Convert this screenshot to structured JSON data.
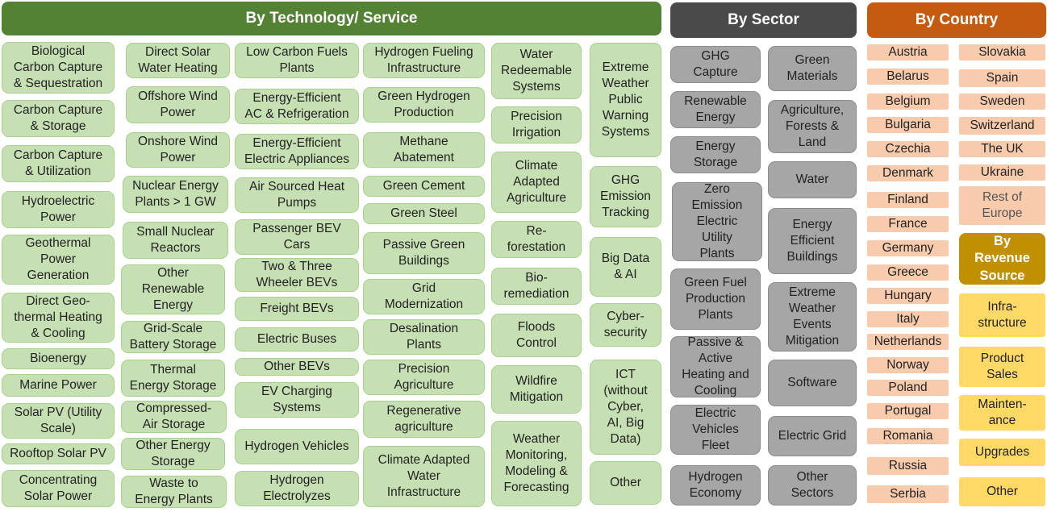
{
  "headers": {
    "technology": "By Technology/ Service",
    "sector": "By Sector",
    "country": "By Country",
    "revenue": "By\nRevenue\nSource"
  },
  "colors": {
    "technology_header": "#548235",
    "technology_box": "#c6e0b4",
    "sector_header": "#4a4a4a",
    "sector_box": "#a6a6a6",
    "country_header": "#c55a11",
    "country_box": "#f8cbad",
    "revenue_header": "#bf9000",
    "revenue_box": "#ffd966"
  },
  "technology": [
    {
      "label": "Biological\nCarbon Capture\n& Sequestration"
    },
    {
      "label": "Carbon Capture\n& Storage"
    },
    {
      "label": "Carbon Capture\n& Utilization"
    },
    {
      "label": "Hydroelectric\nPower"
    },
    {
      "label": "Geothermal\nPower\nGeneration"
    },
    {
      "label": "Direct Geo-\nthermal Heating\n& Cooling"
    },
    {
      "label": "Bioenergy"
    },
    {
      "label": "Marine Power"
    },
    {
      "label": "Solar PV (Utility\nScale)"
    },
    {
      "label": "Rooftop Solar PV"
    },
    {
      "label": "Concentrating\nSolar Power"
    },
    {
      "label": "Direct Solar\nWater Heating"
    },
    {
      "label": "Offshore Wind\nPower"
    },
    {
      "label": "Onshore Wind\nPower"
    },
    {
      "label": "Nuclear Energy\nPlants > 1 GW"
    },
    {
      "label": "Small Nuclear\nReactors"
    },
    {
      "label": "Other\nRenewable\nEnergy"
    },
    {
      "label": "Grid-Scale\nBattery Storage"
    },
    {
      "label": "Thermal\nEnergy Storage"
    },
    {
      "label": "Compressed-\nAir Storage"
    },
    {
      "label": "Other Energy\nStorage"
    },
    {
      "label": "Waste to\nEnergy Plants"
    },
    {
      "label": "Low Carbon Fuels\nPlants"
    },
    {
      "label": "Energy-Efficient\nAC & Refrigeration"
    },
    {
      "label": "Energy-Efficient\nElectric Appliances"
    },
    {
      "label": "Air Sourced Heat\nPumps"
    },
    {
      "label": "Passenger BEV\nCars"
    },
    {
      "label": "Two & Three\nWheeler BEVs"
    },
    {
      "label": "Freight BEVs"
    },
    {
      "label": "Electric Buses"
    },
    {
      "label": "Other BEVs"
    },
    {
      "label": "EV Charging\nSystems"
    },
    {
      "label": "Hydrogen Vehicles"
    },
    {
      "label": "Hydrogen\nElectrolyzes"
    },
    {
      "label": "Hydrogen Fueling\nInfrastructure"
    },
    {
      "label": "Green Hydrogen\nProduction"
    },
    {
      "label": "Methane\nAbatement"
    },
    {
      "label": "Green Cement"
    },
    {
      "label": "Green Steel"
    },
    {
      "label": "Passive Green\nBuildings"
    },
    {
      "label": "Grid\nModernization"
    },
    {
      "label": "Desalination\nPlants"
    },
    {
      "label": "Precision\nAgriculture"
    },
    {
      "label": "Regenerative\nagriculture"
    },
    {
      "label": "Climate Adapted\nWater\nInfrastructure"
    },
    {
      "label": "Water\nRedeemable\nSystems"
    },
    {
      "label": "Precision\nIrrigation"
    },
    {
      "label": "Climate\nAdapted\nAgriculture"
    },
    {
      "label": "Re-\nforestation"
    },
    {
      "label": "Bio-\nremediation"
    },
    {
      "label": "Floods\nControl"
    },
    {
      "label": "Wildfire\nMitigation"
    },
    {
      "label": "Weather\nMonitoring,\nModeling &\nForecasting"
    },
    {
      "label": "Extreme\nWeather\nPublic\nWarning\nSystems"
    },
    {
      "label": "GHG\nEmission\nTracking"
    },
    {
      "label": "Big Data\n& AI"
    },
    {
      "label": "Cyber-\nsecurity"
    },
    {
      "label": "ICT\n(without\nCyber,\nAI, Big\nData)"
    },
    {
      "label": "Other"
    }
  ],
  "sector": [
    {
      "label": "GHG\nCapture"
    },
    {
      "label": "Renewable\nEnergy"
    },
    {
      "label": "Energy\nStorage"
    },
    {
      "label": "Zero\nEmission\nElectric\nUtility\nPlants"
    },
    {
      "label": "Green Fuel\nProduction\nPlants"
    },
    {
      "label": "Passive &\nActive\nHeating and\nCooling"
    },
    {
      "label": "Electric\nVehicles\nFleet"
    },
    {
      "label": "Hydrogen\nEconomy"
    },
    {
      "label": "Green\nMaterials"
    },
    {
      "label": "Agriculture,\nForests &\nLand"
    },
    {
      "label": "Water"
    },
    {
      "label": "Energy\nEfficient\nBuildings"
    },
    {
      "label": "Extreme\nWeather\nEvents\nMitigation"
    },
    {
      "label": "Software"
    },
    {
      "label": "Electric Grid"
    },
    {
      "label": "Other\nSectors"
    }
  ],
  "country": [
    {
      "label": "Austria"
    },
    {
      "label": "Belarus"
    },
    {
      "label": "Belgium"
    },
    {
      "label": "Bulgaria"
    },
    {
      "label": "Czechia"
    },
    {
      "label": "Denmark"
    },
    {
      "label": "Finland"
    },
    {
      "label": "France"
    },
    {
      "label": "Germany"
    },
    {
      "label": "Greece"
    },
    {
      "label": "Hungary"
    },
    {
      "label": "Italy"
    },
    {
      "label": "Netherlands"
    },
    {
      "label": "Norway"
    },
    {
      "label": "Poland"
    },
    {
      "label": "Portugal"
    },
    {
      "label": "Romania"
    },
    {
      "label": "Russia"
    },
    {
      "label": "Serbia"
    },
    {
      "label": "Slovakia"
    },
    {
      "label": "Spain"
    },
    {
      "label": "Sweden"
    },
    {
      "label": "Switzerland"
    },
    {
      "label": "The UK"
    },
    {
      "label": "Ukraine"
    },
    {
      "label": "Rest of\nEurope"
    }
  ],
  "revenue": [
    {
      "label": "Infra-\nstructure"
    },
    {
      "label": "Product\nSales"
    },
    {
      "label": "Mainten-\nance"
    },
    {
      "label": "Upgrades"
    },
    {
      "label": "Other"
    }
  ]
}
